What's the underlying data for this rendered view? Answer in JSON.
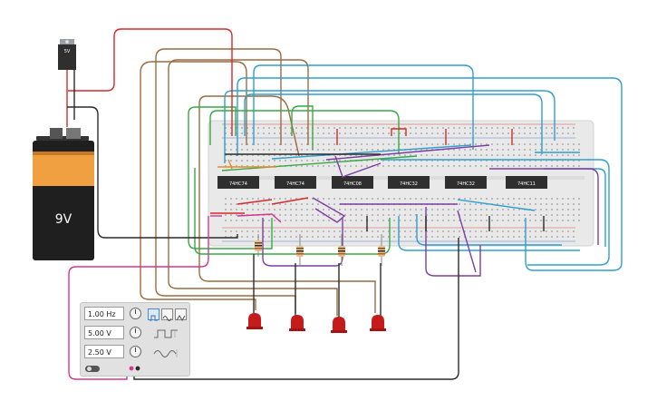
{
  "battery": {
    "label": "9V"
  },
  "regulator": {
    "label": "5V"
  },
  "chips": [
    {
      "label": "74HC74"
    },
    {
      "label": "74HC74"
    },
    {
      "label": "74HC08"
    },
    {
      "label": "74HC32"
    },
    {
      "label": "74HC32"
    },
    {
      "label": "74HC11"
    }
  ],
  "function_generator": {
    "frequency": "1.00 Hz",
    "amplitude": "5.00 V",
    "dc_offset": "2.50 V"
  },
  "colors": {
    "wire_red": "#d22b2b",
    "wire_black": "#2a2a2a",
    "wire_brown": "#9c6b41",
    "wire_blue": "#2f9fce",
    "wire_green": "#39a845",
    "wire_purple": "#7c3fa1",
    "wire_magenta": "#d6378f",
    "wire_orange": "#e68a2e",
    "breadboard": "#e9e9e9",
    "chip_body": "#2f2f2f",
    "led": "#c51b1b",
    "battery_orange": "#f0a040"
  }
}
